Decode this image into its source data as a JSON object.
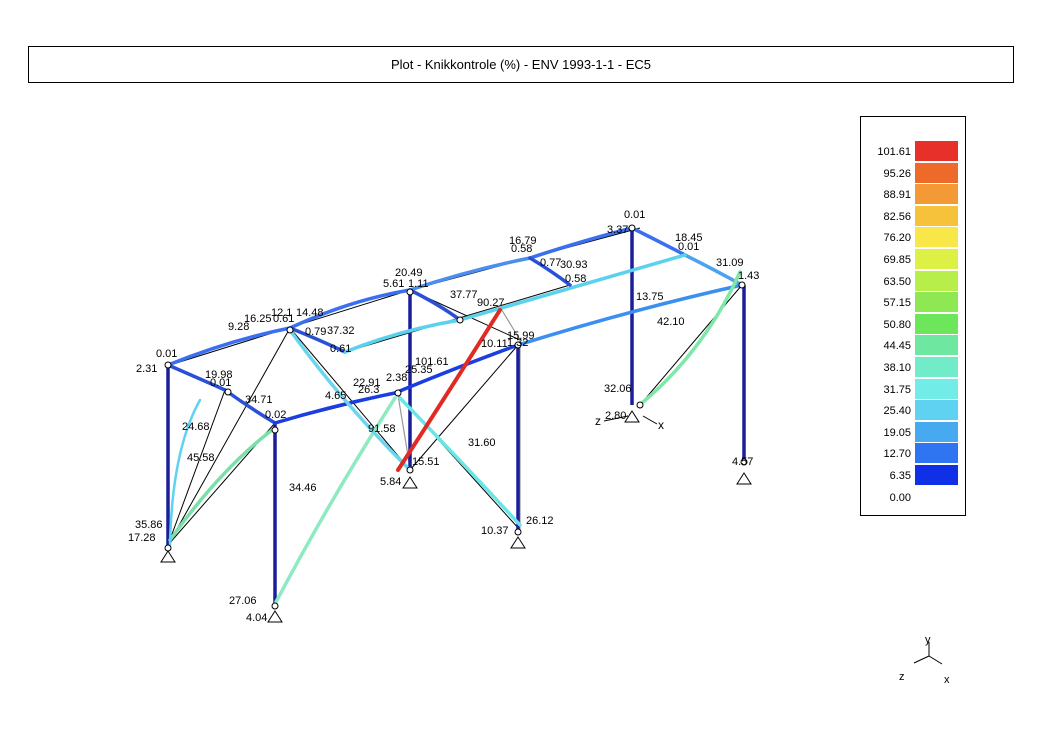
{
  "title": "Plot - Knikkontrole (%) - ENV 1993-1-1 - EC5",
  "legend": {
    "entries": [
      {
        "value": "101.61",
        "color": "#e8302a"
      },
      {
        "value": "95.26",
        "color": "#ee6a2a"
      },
      {
        "value": "88.91",
        "color": "#f39a36"
      },
      {
        "value": "82.56",
        "color": "#f6c23c"
      },
      {
        "value": "76.20",
        "color": "#f9e74a"
      },
      {
        "value": "69.85",
        "color": "#dcf045"
      },
      {
        "value": "63.50",
        "color": "#b8ee4a"
      },
      {
        "value": "57.15",
        "color": "#8ee852"
      },
      {
        "value": "50.80",
        "color": "#6ee65c"
      },
      {
        "value": "44.45",
        "color": "#6ee8a0"
      },
      {
        "value": "38.10",
        "color": "#72ecc8"
      },
      {
        "value": "31.75",
        "color": "#72ece6"
      },
      {
        "value": "25.40",
        "color": "#5ed2f0"
      },
      {
        "value": "19.05",
        "color": "#47aaf0"
      },
      {
        "value": "12.70",
        "color": "#2f74f0"
      },
      {
        "value": "6.35",
        "color": "#1030e8"
      },
      {
        "value": "0.00",
        "color": ""
      }
    ]
  },
  "axis_triad": {
    "x": "x",
    "y": "y",
    "z": "z"
  },
  "local_axis": {
    "x": "x",
    "z": "z"
  },
  "member_values": [
    "0.01",
    "3.37",
    "16.79",
    "18.45",
    "0.58",
    "0.01",
    "0.77",
    "30.93",
    "31.09",
    "0.58",
    "1.43",
    "20.49",
    "5.61",
    "1.11",
    "37.77",
    "90.27",
    "13.75",
    "12.1",
    "14.48",
    "16.25",
    "0.61",
    "0.79",
    "37.32",
    "9.28",
    "15.99",
    "10.11",
    "1.32",
    "42.10",
    "0.01",
    "0.61",
    "2.31",
    "19.98",
    "0.01",
    "101.61",
    "25.35",
    "34.71",
    "2.38",
    "22.91",
    "26.3",
    "4.65",
    "0.02",
    "24.68",
    "91.58",
    "31.60",
    "45.58",
    "15.51",
    "5.84",
    "34.46",
    "32.06",
    "2.80",
    "4.57",
    "35.86",
    "17.28",
    "26.12",
    "10.37",
    "27.06",
    "4.04"
  ]
}
